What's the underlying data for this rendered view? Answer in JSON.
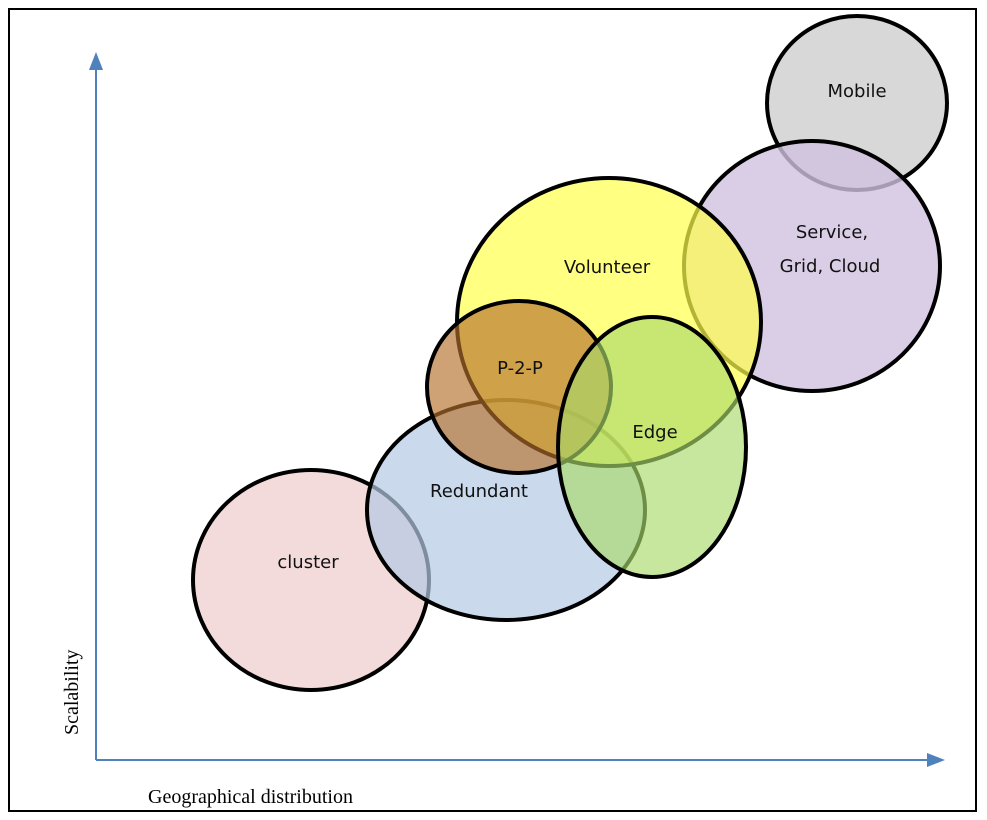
{
  "diagram": {
    "x_axis_label": "Geographical distribution",
    "y_axis_label": "Scalability",
    "axis_color": "#4f81bd",
    "nodes": [
      {
        "id": "cluster",
        "label": "cluster",
        "fill": "#f2d9d9"
      },
      {
        "id": "redundant",
        "label": "Redundant",
        "fill": "#b4c9e4"
      },
      {
        "id": "volunteer",
        "label": "Volunteer",
        "fill": "#ffff4d"
      },
      {
        "id": "mobile",
        "label": "Mobile",
        "fill": "#d6d6d6"
      },
      {
        "id": "service",
        "label_lines": [
          "Service,",
          "Grid, Cloud"
        ],
        "fill": "#cfc2df"
      },
      {
        "id": "p2p",
        "label": "P-2-P",
        "fill": "#b5702b"
      },
      {
        "id": "edge",
        "label": "Edge",
        "fill": "#a9d86a"
      }
    ]
  }
}
